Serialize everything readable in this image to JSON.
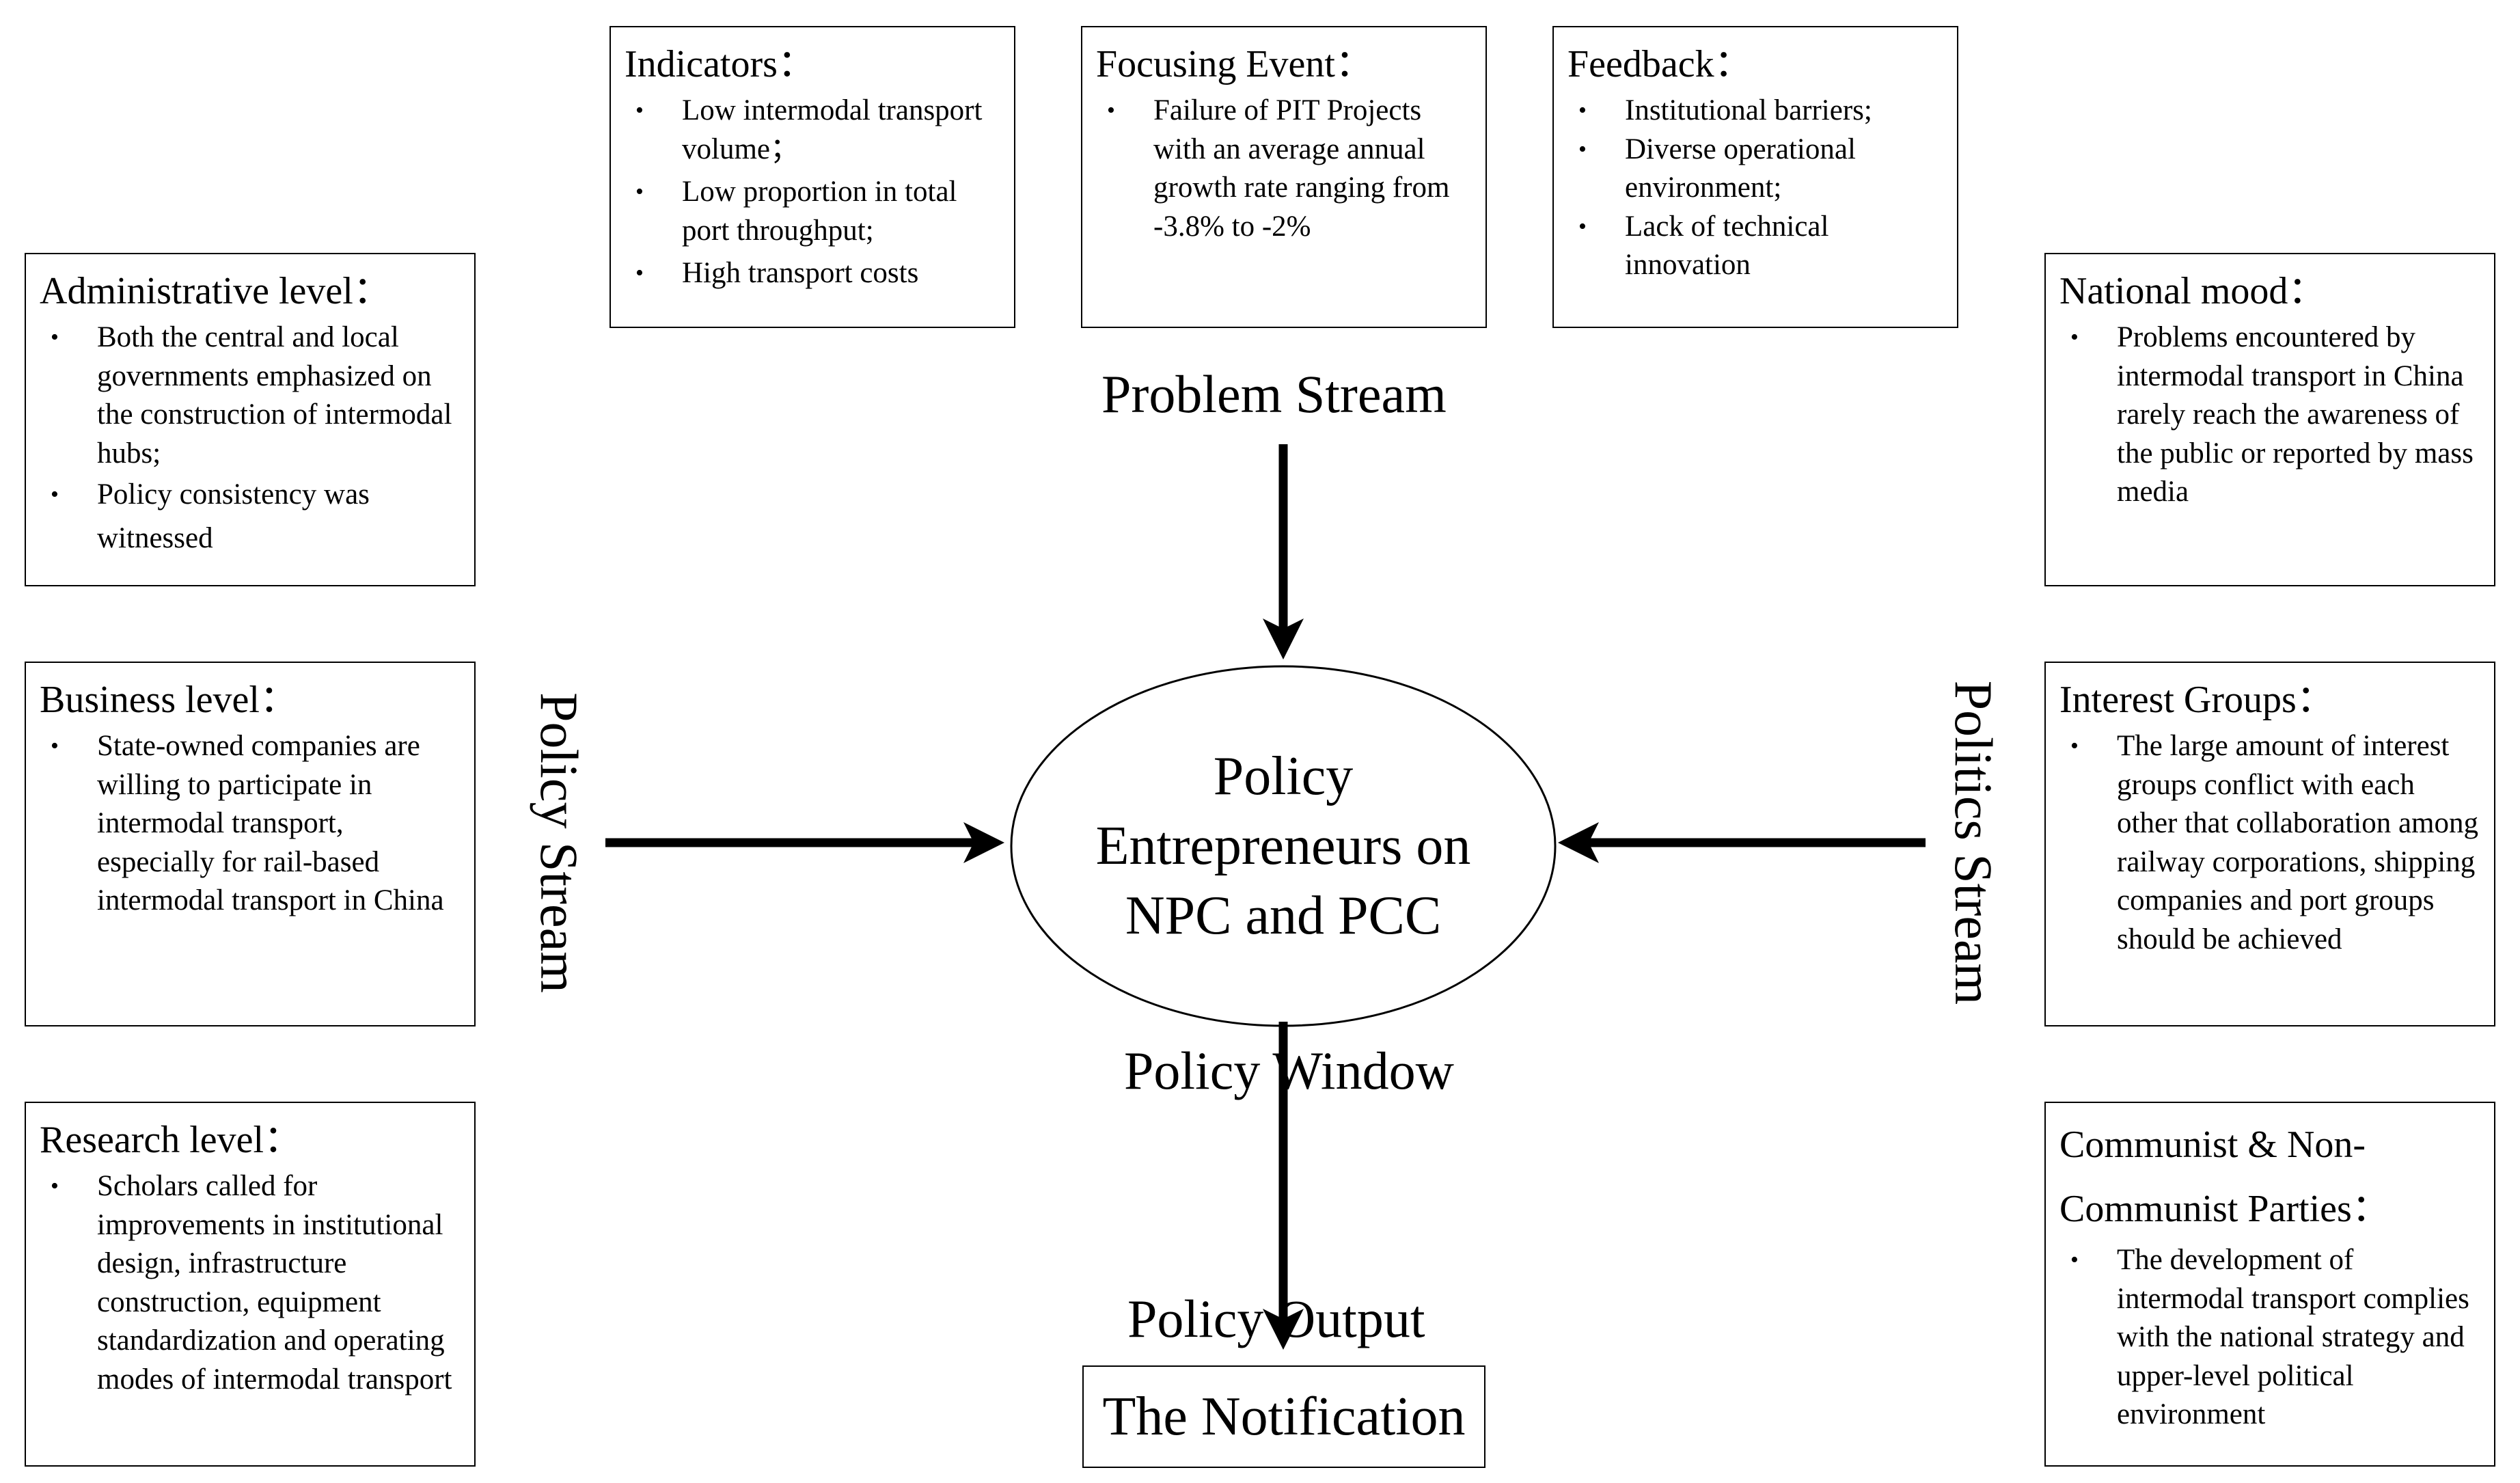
{
  "center_node": {
    "line1": "Policy",
    "line2": "Entrepreneurs on",
    "line3": "NPC and PCC"
  },
  "streams": {
    "problem": "Problem Stream",
    "policy": "Policy Stream",
    "politics": "Politics Stream"
  },
  "policy_window": "Policy Window",
  "policy_output": "Policy Output",
  "output_box": "The Notification",
  "problem_boxes": [
    {
      "title": "Indicators：",
      "items": [
        "Low intermodal transport volume；",
        "Low proportion in total port throughput;",
        "High transport costs"
      ]
    },
    {
      "title": "Focusing Event：",
      "items": [
        "Failure of PIT Projects with an average annual growth rate ranging from -3.8% to -2%"
      ]
    },
    {
      "title": "Feedback：",
      "items": [
        "Institutional barriers;",
        "Diverse operational environment;",
        "Lack of technical innovation"
      ]
    }
  ],
  "policy_boxes": [
    {
      "title": "Administrative level：",
      "items": [
        "Both the central and local governments emphasized on the construction of intermodal hubs;",
        "Policy consistency was witnessed"
      ]
    },
    {
      "title": "Business level：",
      "items": [
        "State-owned companies are willing to participate in intermodal transport, especially for rail-based intermodal transport in China"
      ]
    },
    {
      "title": "Research level：",
      "items": [
        "Scholars called for improvements in institutional design, infrastructure construction, equipment standardization and operating modes of intermodal transport"
      ]
    }
  ],
  "politics_boxes": [
    {
      "title": "National mood：",
      "items": [
        "Problems encountered by intermodal transport in China rarely reach the awareness of the public or reported by mass media"
      ]
    },
    {
      "title": "Interest Groups：",
      "items": [
        "The large amount of interest groups conflict with each other that collaboration among  railway corporations, shipping companies and port groups should be achieved"
      ]
    },
    {
      "title_line1": "Communist & Non-",
      "title_line2": "Communist Parties：",
      "items": [
        "The development of intermodal transport complies with the national strategy and upper-level political environment"
      ]
    }
  ],
  "bullet_char": "•",
  "colors": {
    "line": "#000000",
    "background": "#ffffff"
  }
}
